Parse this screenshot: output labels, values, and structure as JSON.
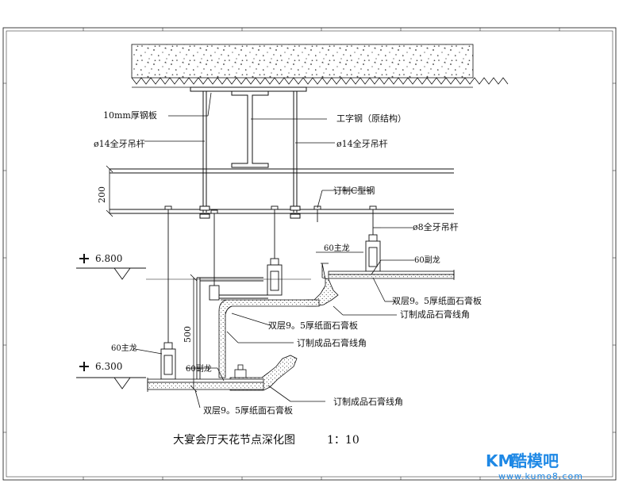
{
  "labels": {
    "steel_plate": "10mm厚钢板",
    "i_beam": "工字钢（原结构）",
    "rod_left": "ø14全牙吊杆",
    "rod_right": "ø14全牙吊杆",
    "dim_200": "200",
    "c_channel": "订制C型钢",
    "rod_8": "ø8全牙吊杆",
    "main_keel_60_upper": "60主龙",
    "sub_keel_60_upper": "60副龙",
    "elev_upper": "6.800",
    "board_upper": "双层9。5厚纸面石膏板",
    "cornice_upper": "订制成品石膏线角",
    "board_mid": "双层9。5厚纸面石膏板",
    "cornice_mid": "订制成品石膏线角",
    "dim_500": "500",
    "main_keel_60_lower": "60主龙",
    "elev_lower": "6.300",
    "sub_keel_60_lower": "60副龙",
    "cornice_lower": "订制成品石膏线角",
    "board_lower": "双层9。5厚纸面石膏板"
  },
  "title": "大宴会厅天花节点深化图",
  "scale": "1：10",
  "watermark": {
    "brand_latin": "KM",
    "brand_cjk": "酷模吧",
    "url": "www.kumo8.com"
  },
  "colors": {
    "line": "#111111",
    "watermark": "#1e88e5"
  }
}
